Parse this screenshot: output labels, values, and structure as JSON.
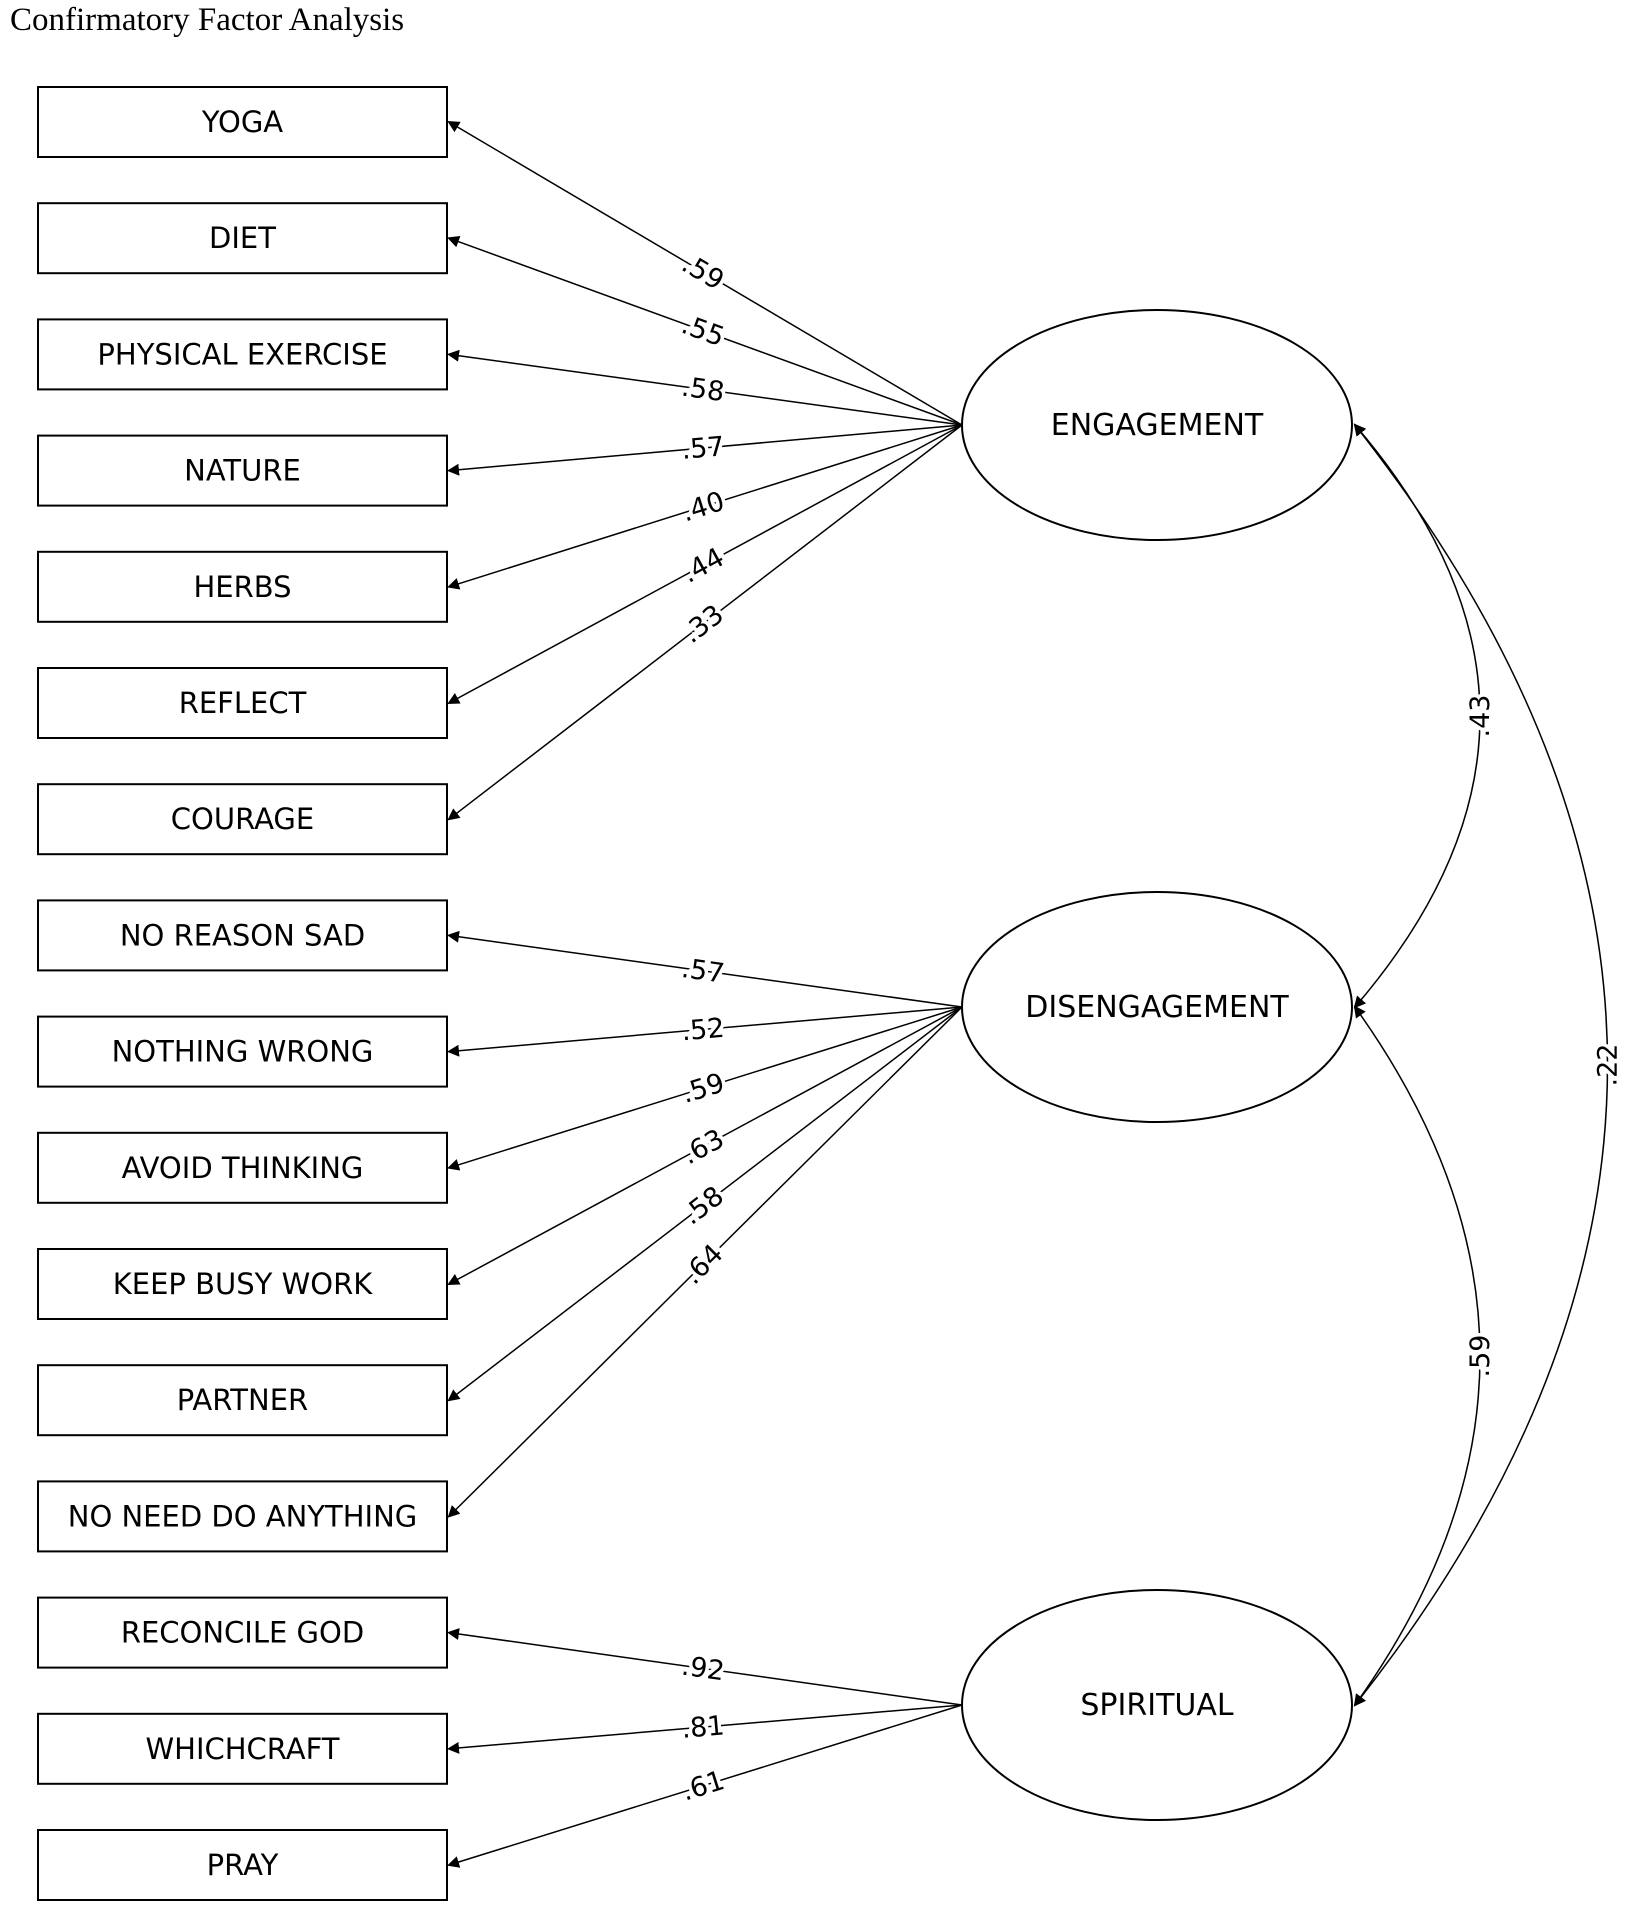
{
  "title": "Confirmatory Factor Analysis",
  "factors": [
    {
      "id": "engagement",
      "label": "ENGAGEMENT"
    },
    {
      "id": "disengagement",
      "label": "DISENGAGEMENT"
    },
    {
      "id": "spiritual",
      "label": "SPIRITUAL"
    }
  ],
  "indicators": [
    {
      "label": "YOGA",
      "factor": "engagement",
      "loading": ".59"
    },
    {
      "label": "DIET",
      "factor": "engagement",
      "loading": ".55"
    },
    {
      "label": "PHYSICAL EXERCISE",
      "factor": "engagement",
      "loading": ".58"
    },
    {
      "label": "NATURE",
      "factor": "engagement",
      "loading": ".57"
    },
    {
      "label": "HERBS",
      "factor": "engagement",
      "loading": ".40"
    },
    {
      "label": "REFLECT",
      "factor": "engagement",
      "loading": ".44"
    },
    {
      "label": "COURAGE",
      "factor": "engagement",
      "loading": ".33"
    },
    {
      "label": "NO REASON SAD",
      "factor": "disengagement",
      "loading": ".57"
    },
    {
      "label": "NOTHING WRONG",
      "factor": "disengagement",
      "loading": ".52"
    },
    {
      "label": "AVOID THINKING",
      "factor": "disengagement",
      "loading": ".59"
    },
    {
      "label": "KEEP BUSY WORK",
      "factor": "disengagement",
      "loading": ".63"
    },
    {
      "label": "PARTNER",
      "factor": "disengagement",
      "loading": ".58"
    },
    {
      "label": "NO NEED DO ANYTHING",
      "factor": "disengagement",
      "loading": ".64"
    },
    {
      "label": "RECONCILE GOD",
      "factor": "spiritual",
      "loading": ".92"
    },
    {
      "label": "WHICHCRAFT",
      "factor": "spiritual",
      "loading": ".81"
    },
    {
      "label": "PRAY",
      "factor": "spiritual",
      "loading": ".61"
    }
  ],
  "correlations": [
    {
      "from": "engagement",
      "to": "disengagement",
      "value": ".43"
    },
    {
      "from": "disengagement",
      "to": "spiritual",
      "value": ".59"
    },
    {
      "from": "engagement",
      "to": "spiritual",
      "value": ".22"
    }
  ]
}
